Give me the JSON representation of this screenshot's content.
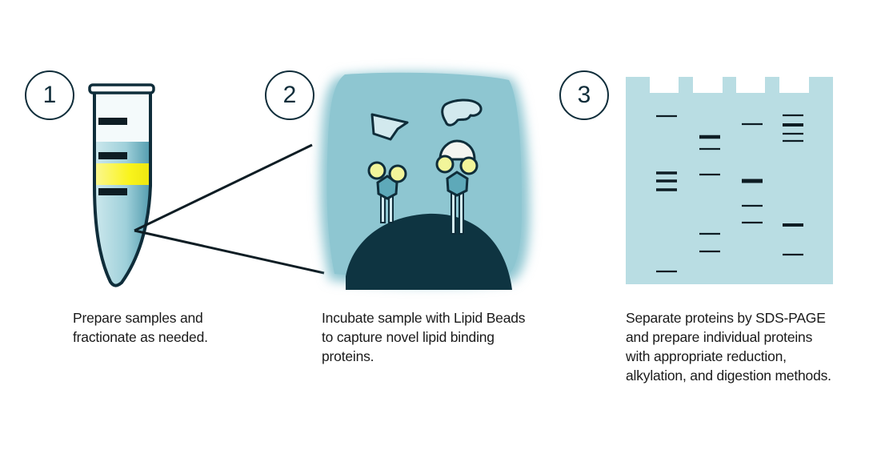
{
  "steps": [
    {
      "number": "1",
      "caption": [
        "Prepare samples and",
        "fractionate as needed."
      ],
      "illustration": "microcentrifuge-tube"
    },
    {
      "number": "2",
      "caption": [
        "Incubate sample with Lipid Beads",
        "to capture novel lipid binding",
        "proteins."
      ],
      "illustration": "lipid-bead-protein-capture"
    },
    {
      "number": "3",
      "caption": [
        "Separate proteins by SDS-PAGE",
        "and prepare individual proteins",
        "with appropriate reduction,",
        "alkylation, and digestion methods."
      ],
      "illustration": "sds-page-gel"
    }
  ],
  "colors": {
    "outline": "#0f2d3a",
    "light_teal": "#b9dde3",
    "medium_teal": "#8ec6d1",
    "dark_teal": "#0e3441",
    "highlight_yellow": "#f9f41d",
    "pale_yellow": "#f2f59a"
  }
}
